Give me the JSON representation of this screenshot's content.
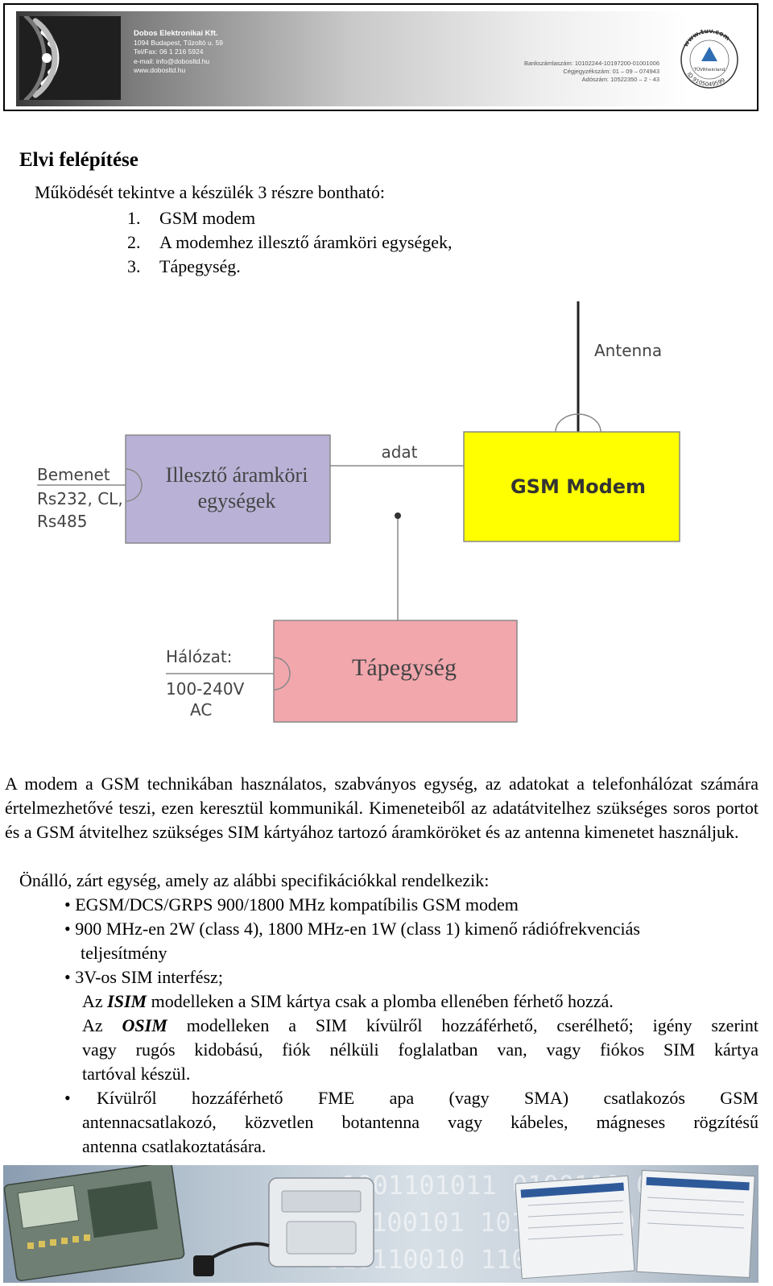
{
  "header": {
    "company_name": "Dobos Elektronikai Kft.",
    "address": "1094 Budapest, Tűzoltó u. 59",
    "telfax": "Tel/Fax: 06 1 216 5924",
    "email": "e-mail: info@dobosltd.hu",
    "website": "www.dobosltd.hu",
    "bank_account": "Bankszámlaszám: 10102244-10197200-01001006",
    "registry_number": "Cégjegyzékszám: 01 – 09 – 074943",
    "tax_number": "Adószám: 10522350 – 2 - 43",
    "seal_website": "www.tuv.com",
    "seal_brand": "TÜVRheinland",
    "seal_id": "ID 9105049599"
  },
  "section": {
    "title": "Elvi felépítése",
    "intro": "Működését tekintve a  készülék 3 részre bontható:",
    "items": [
      {
        "num": "1.",
        "text": "GSM modem"
      },
      {
        "num": "2.",
        "text": "A modemhez  illesztő áramköri egységek,"
      },
      {
        "num": "3.",
        "text": "Tápegység."
      }
    ]
  },
  "diagram": {
    "antenna_label": "Antenna",
    "data_label": "adat",
    "gsm_box": "GSM Modem",
    "interface_box_line1": "Illesztő áramköri",
    "interface_box_line2": "egységek",
    "input_line1": "Bemenet",
    "input_line2": "Rs232, CL,",
    "input_line3": "Rs485",
    "power_box": "Tápegység",
    "mains_line1": "Hálózat:",
    "mains_line2": "100-240V",
    "mains_line3": "AC",
    "colors": {
      "gsm_fill": "#ffff00",
      "interface_fill": "#b9b2d6",
      "power_fill": "#f2a7ad",
      "stroke": "#888888",
      "label_text": "#444444"
    }
  },
  "body": {
    "p1": "A modem a GSM technikában használatos, szabványos egység, az adatokat a telefonhálózat számára értelmezhetővé teszi, ezen keresztül kommunikál. Kimeneteiből az adatátvitelhez szükséges soros portot és a GSM átvitelhez szükséges SIM kártyához tartozó áramköröket és az antenna kimenetet használjuk.",
    "p2": "Önálló, zárt egység, amely az alábbi specifikációkkal rendelkezik:",
    "b1": "• EGSM/DCS/GRPS 900/1800 MHz kompatíbilis GSM modem",
    "b2": "• 900 MHz-en 2W (class 4), 1800 MHz-en 1W (class 1) kimenő rádiófrekvenciás",
    "b2_cont": "teljesítmény",
    "b3": "• 3V-os SIM interfész;",
    "isim_pre": "Az ",
    "isim_model": "ISIM",
    "isim_post": " modelleken a SIM kártya csak a plomba ellenében férhető hozzá.",
    "osim_pre": "Az ",
    "osim_model": "OSIM",
    "osim_post": " modelleken a SIM kívülről hozzáférhető, cserélhető; igény szerint",
    "osim_l2": "vagy rugós kidobású, fiók nélküli foglalatban van, vagy fiókos SIM kártya",
    "osim_l3": "tartóval készül.",
    "b4_bullet": "•",
    "b4_l1": "Kívülről hozzáférhető FME apa (vagy SMA) csatlakozós GSM",
    "b4_l2": "antennacsatlakozó, közvetlen botantenna vagy kábeles, mágneses rögzítésű",
    "b4_l3": "antenna csatlakoztatására."
  },
  "footer": {
    "digits_row1": "1001101011 0100110 0101",
    "digits_row2": "0110100101 1010010110",
    "digits_row3": "010110010 1100101 0110"
  }
}
